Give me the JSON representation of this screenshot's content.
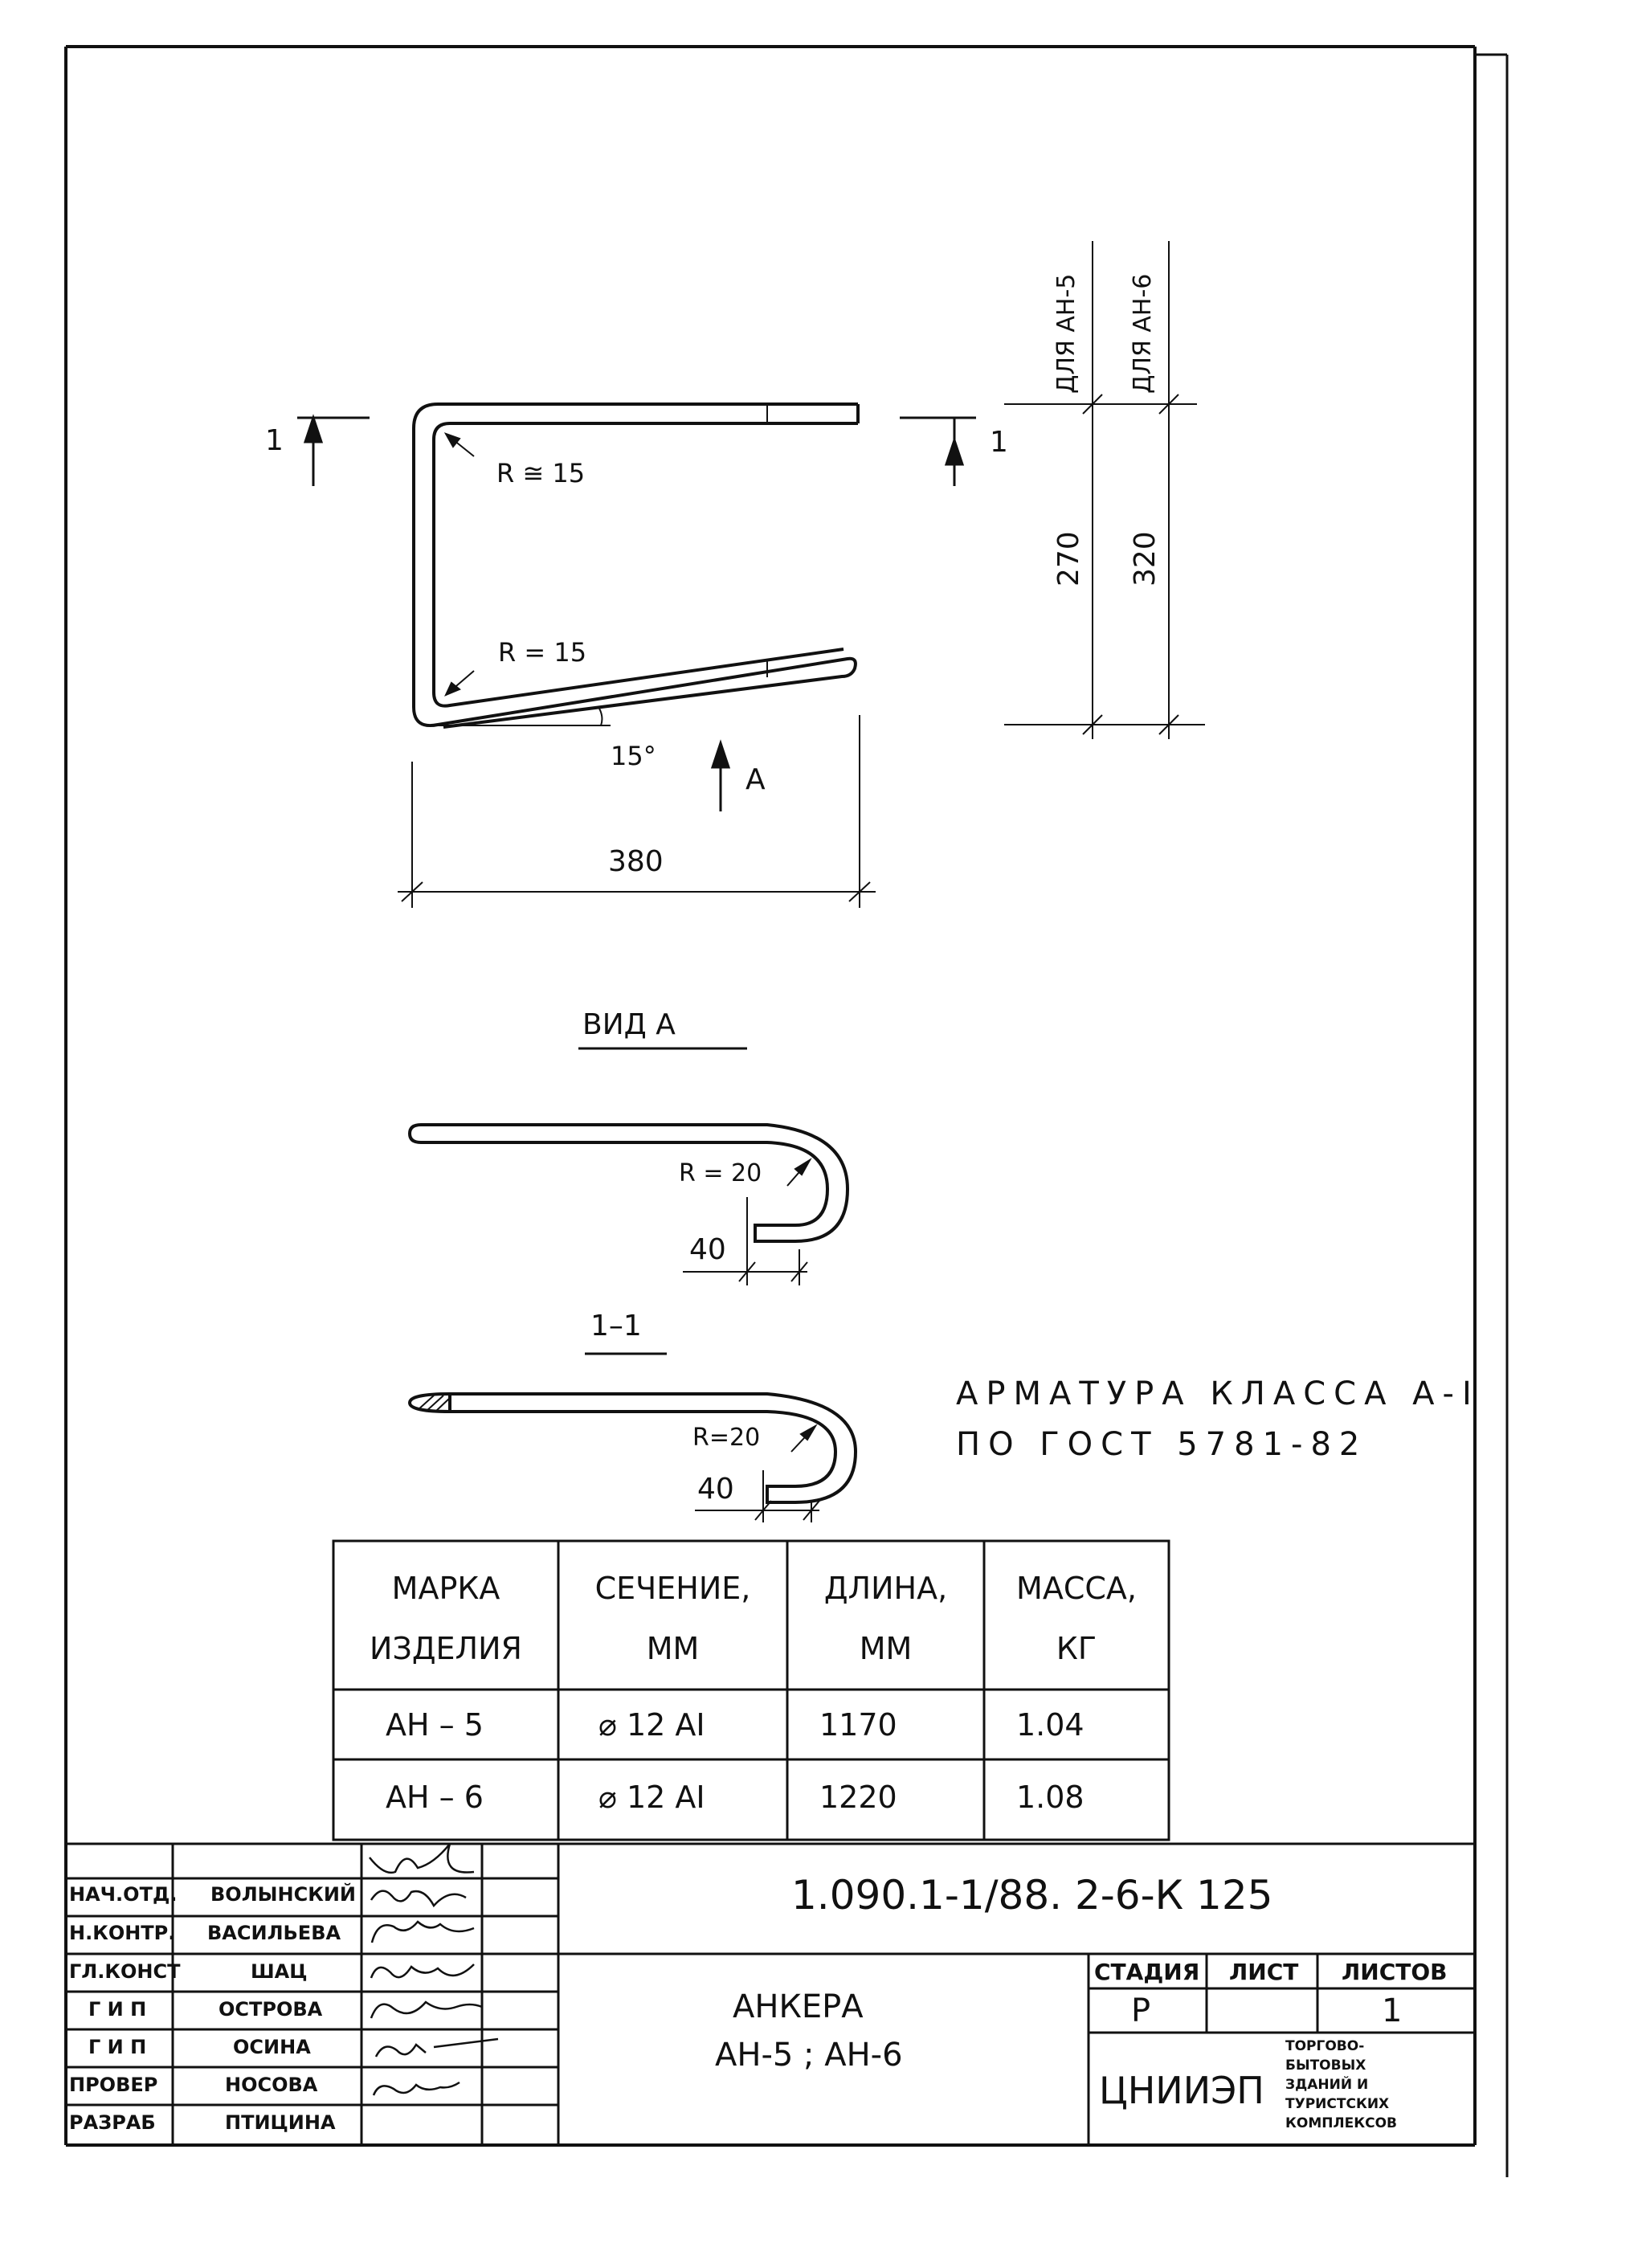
{
  "drawing": {
    "section_label": "1",
    "section_label_right": "1",
    "view_arrow_label": "A",
    "radius_top": "R ≅ 15",
    "radius_bottom": "R = 15",
    "angle": "15°",
    "width_dim": "380",
    "height_dim_1": "270",
    "height_dim_2": "320",
    "dim_label_1": "ДЛЯ АН-5",
    "dim_label_2": "ДЛЯ АН-6",
    "view_a_title": "ВИД А",
    "view_a_radius": "R = 20",
    "view_a_length": "40",
    "section_title": "1–1",
    "section_radius": "R=20",
    "section_length": "40"
  },
  "spec": {
    "line1": "АРМАТУРА КЛАССА А-I",
    "line2": "ПО ГОСТ 5781-82"
  },
  "table": {
    "headers": [
      {
        "line1": "МАРКА",
        "line2": "ИЗДЕЛИЯ"
      },
      {
        "line1": "СЕЧЕНИЕ,",
        "line2": "ММ"
      },
      {
        "line1": "ДЛИНА,",
        "line2": "ММ"
      },
      {
        "line1": "МАССА,",
        "line2": "КГ"
      }
    ],
    "rows": [
      {
        "mark": "АН – 5",
        "section": "⌀ 12 АI",
        "length": "1170",
        "mass": "1.04"
      },
      {
        "mark": "АН – 6",
        "section": "⌀ 12 АI",
        "length": "1220",
        "mass": "1.08"
      }
    ]
  },
  "title_block": {
    "code": "1.090.1-1/88. 2-6-К 125",
    "name_line1": "АНКЕРА",
    "name_line2": "АН-5 ; АН-6",
    "stage_header": "СТАДИЯ",
    "sheet_header": "ЛИСТ",
    "sheets_header": "ЛИСТОВ",
    "stage_value": "Р",
    "sheet_value": "",
    "sheets_value": "1",
    "org": "ЦНИИЭП",
    "org_desc": [
      "ТОРГОВО-",
      "БЫТОВЫХ",
      "ЗДАНИЙ И",
      "ТУРИСТСКИХ",
      "КОМПЛЕКСОВ"
    ],
    "staff": [
      {
        "role": "НАЧ.ОТД.",
        "name": "ВОЛЫНСКИЙ"
      },
      {
        "role": "Н.КОНТР.",
        "name": "ВАСИЛЬЕВА"
      },
      {
        "role": "ГЛ.КОНСТ",
        "name": "ШАЦ"
      },
      {
        "role": "Г И П",
        "name": "ОСТРОВА"
      },
      {
        "role": "Г И П",
        "name": "ОСИНА"
      },
      {
        "role": "ПРОВЕР",
        "name": "НОСОВА"
      },
      {
        "role": "РАЗРАБ",
        "name": "ПТИЦИНА"
      }
    ]
  }
}
